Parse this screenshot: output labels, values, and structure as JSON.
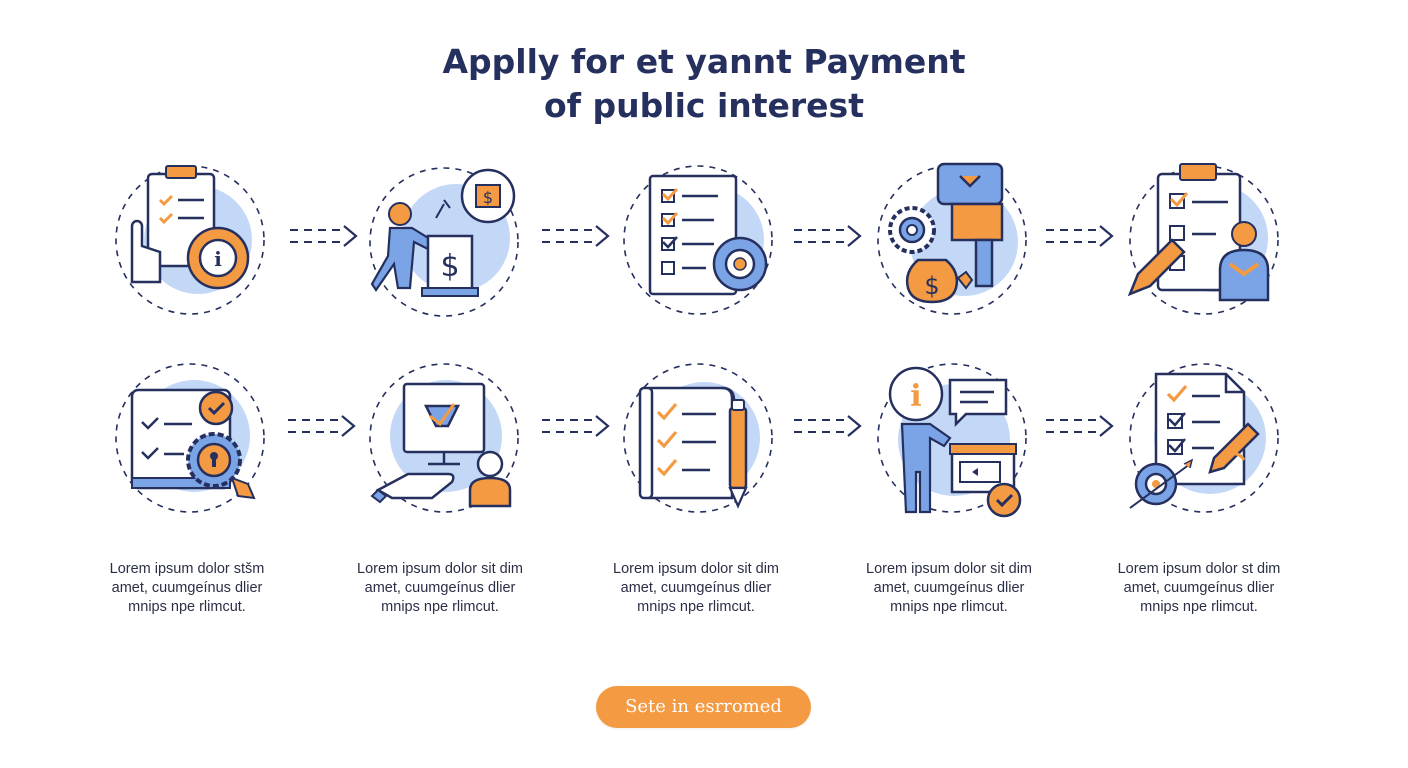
{
  "header": {
    "title_line1": "Applly for et yannt Payment",
    "title_line2": "of public interest"
  },
  "colors": {
    "navy": "#26305f",
    "blue_fill": "#8fb6ee",
    "blue_light": "#c9dcf8",
    "orange": "#f39a42",
    "text": "#2a2f45"
  },
  "steps_row1": [
    {
      "icon": "clipboard-gear-info-icon"
    },
    {
      "icon": "person-donation-box-icon"
    },
    {
      "icon": "checklist-document-icon"
    },
    {
      "icon": "gears-money-bag-icon"
    },
    {
      "icon": "clipboard-person-pencil-icon"
    }
  ],
  "steps_row2": [
    {
      "icon": "document-lock-gear-icon"
    },
    {
      "icon": "computer-hand-person-icon"
    },
    {
      "icon": "checklist-book-pen-icon"
    },
    {
      "icon": "person-info-chat-icon"
    },
    {
      "icon": "document-pen-target-icon"
    }
  ],
  "captions": [
    {
      "line1": "Lorem ipsum dolor stšm",
      "line2": "amet, cuumgeínus dlier",
      "line3": "mnips npe rlimcut."
    },
    {
      "line1": "Lorem ipsum dolor sit dim",
      "line2": "amet, cuumgeínus dlier",
      "line3": "mnips npe rlimcut."
    },
    {
      "line1": "Lorem ipsum dolor sit dim",
      "line2": "amet, cuumgeínus dlier",
      "line3": "mnips npe rlimcut."
    },
    {
      "line1": "Lorem ipsum dolor sit dim",
      "line2": "amet, cuumgeínus dlier",
      "line3": "mnips npe rlimcut."
    },
    {
      "line1": "Lorem ipsum dolor st dim",
      "line2": "amet, cuumgeínus dlier",
      "line3": "mnips npe rlimcut."
    }
  ],
  "cta": {
    "label": "Sete in esrromed"
  }
}
